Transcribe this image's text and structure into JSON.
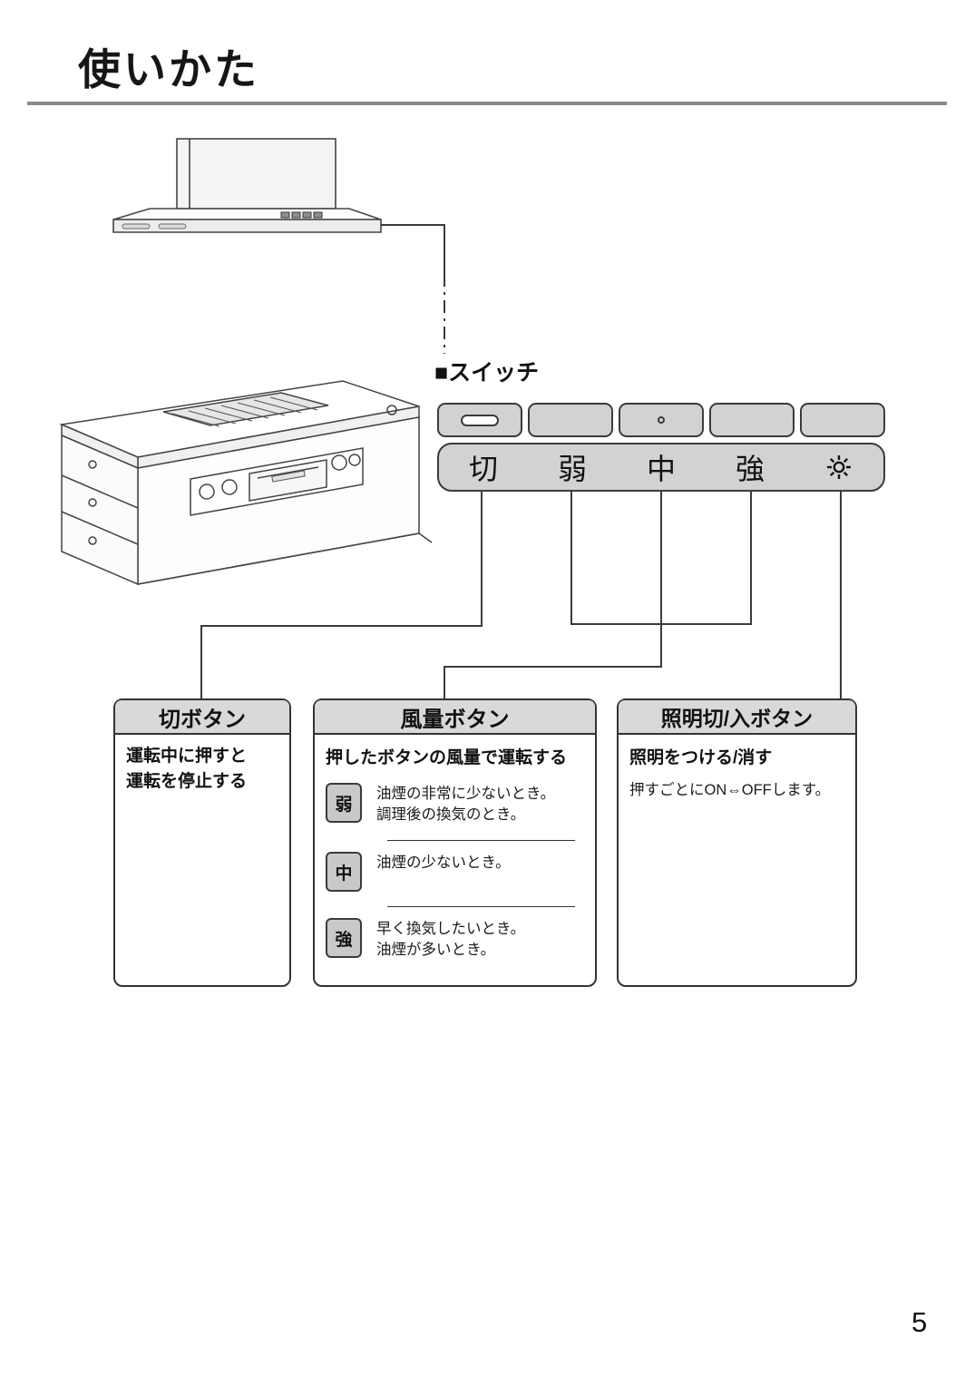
{
  "page": {
    "title": "使いかた",
    "page_number": "5"
  },
  "switch_panel": {
    "section_label": "■スイッチ",
    "labels": [
      "切",
      "弱",
      "中",
      "強"
    ],
    "light_icon": "light-icon"
  },
  "colors": {
    "panel_gray": "#d2d2d2",
    "header_gray": "#d9d9d9",
    "line_dark": "#3b3b3b",
    "divider_gray": "#8a8a8a"
  },
  "boxes": {
    "off": {
      "title": "切ボタン",
      "line1": "運転中に押すと",
      "line2": "運転を停止する"
    },
    "fan": {
      "title": "風量ボタン",
      "subtitle": "押したボタンの風量で運転する",
      "items": [
        {
          "label": "弱",
          "line1": "油煙の非常に少ないとき。",
          "line2": "調理後の換気のとき。"
        },
        {
          "label": "中",
          "line1": "油煙の少ないとき。",
          "line2": ""
        },
        {
          "label": "強",
          "line1": "早く換気したいとき。",
          "line2": "油煙が多いとき。"
        }
      ]
    },
    "light": {
      "title": "照明切/入ボタン",
      "subtitle": "照明をつける/消す",
      "body": "押すごとにON⇔OFFします。"
    }
  }
}
